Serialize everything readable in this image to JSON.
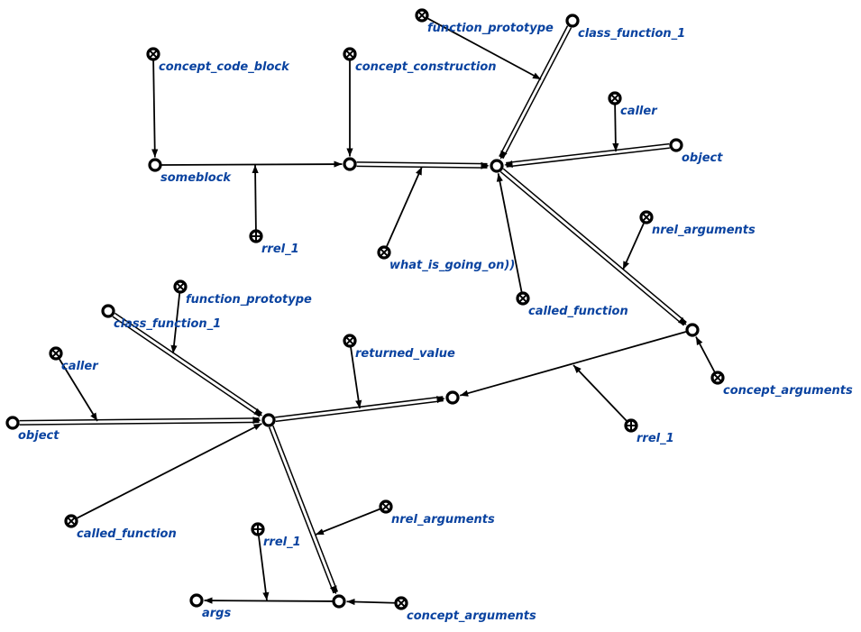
{
  "colors": {
    "label": "#0a43a0",
    "line": "#000000",
    "node_fill": "#ffffff"
  },
  "nodes": [
    {
      "id": "n1",
      "label": "concept_code_block",
      "kind": "class-const"
    },
    {
      "id": "n2",
      "label": "someblock",
      "kind": "node"
    },
    {
      "id": "n3",
      "label": "rrel_1",
      "kind": "role-rel"
    },
    {
      "id": "n4",
      "label": "concept_construction",
      "kind": "class-const"
    },
    {
      "id": "n5",
      "label": "",
      "kind": "node"
    },
    {
      "id": "n6",
      "label": "what_is_going_on))",
      "kind": "class-const"
    },
    {
      "id": "n7",
      "label": "",
      "kind": "node"
    },
    {
      "id": "n8",
      "label": "function_prototype",
      "kind": "class-const"
    },
    {
      "id": "n9",
      "label": "class_function_1",
      "kind": "node"
    },
    {
      "id": "n10",
      "label": "caller",
      "kind": "class-const"
    },
    {
      "id": "n11",
      "label": "object",
      "kind": "node"
    },
    {
      "id": "n12",
      "label": "called_function",
      "kind": "class-const"
    },
    {
      "id": "n13",
      "label": "nrel_arguments",
      "kind": "class-const"
    },
    {
      "id": "n14",
      "label": "",
      "kind": "node"
    },
    {
      "id": "n15",
      "label": "concept_arguments",
      "kind": "class-const"
    },
    {
      "id": "n16",
      "label": "rrel_1",
      "kind": "role-rel"
    },
    {
      "id": "n17",
      "label": "",
      "kind": "node"
    },
    {
      "id": "n18",
      "label": "returned_value",
      "kind": "class-const"
    },
    {
      "id": "n19",
      "label": "",
      "kind": "node"
    },
    {
      "id": "n20",
      "label": "function_prototype",
      "kind": "class-const"
    },
    {
      "id": "n21",
      "label": "class_function_1",
      "kind": "node"
    },
    {
      "id": "n22",
      "label": "caller",
      "kind": "class-const"
    },
    {
      "id": "n23",
      "label": "object",
      "kind": "node"
    },
    {
      "id": "n24",
      "label": "called_function",
      "kind": "class-const"
    },
    {
      "id": "n25",
      "label": "nrel_arguments",
      "kind": "class-const"
    },
    {
      "id": "n26",
      "label": "rrel_1",
      "kind": "role-rel"
    },
    {
      "id": "n27",
      "label": "",
      "kind": "node"
    },
    {
      "id": "n28",
      "label": "args",
      "kind": "node"
    },
    {
      "id": "n29",
      "label": "concept_arguments",
      "kind": "class-const"
    }
  ],
  "edges": [
    {
      "id": "e1",
      "from": "n1",
      "to": "n2",
      "kind": "arc"
    },
    {
      "id": "e2",
      "from": "n2",
      "to": "n5",
      "kind": "arc"
    },
    {
      "id": "e3",
      "from": "n3",
      "to": "e2",
      "kind": "arc"
    },
    {
      "id": "e4",
      "from": "n4",
      "to": "n5",
      "kind": "arc"
    },
    {
      "id": "e5",
      "from": "n5",
      "to": "n7",
      "kind": "common"
    },
    {
      "id": "e6",
      "from": "n6",
      "to": "e5",
      "kind": "arc"
    },
    {
      "id": "e7",
      "from": "n9",
      "to": "n7",
      "kind": "common"
    },
    {
      "id": "e8",
      "from": "n8",
      "to": "e7",
      "kind": "arc"
    },
    {
      "id": "e9",
      "from": "n11",
      "to": "n7",
      "kind": "common"
    },
    {
      "id": "e10",
      "from": "n10",
      "to": "e9",
      "kind": "arc"
    },
    {
      "id": "e11",
      "from": "n12",
      "to": "n7",
      "kind": "arc"
    },
    {
      "id": "e12",
      "from": "n7",
      "to": "n14",
      "kind": "common"
    },
    {
      "id": "e13",
      "from": "n13",
      "to": "e12",
      "kind": "arc"
    },
    {
      "id": "e14",
      "from": "n15",
      "to": "n14",
      "kind": "arc"
    },
    {
      "id": "e15",
      "from": "n14",
      "to": "n17",
      "kind": "arc"
    },
    {
      "id": "e16",
      "from": "n16",
      "to": "e15",
      "kind": "arc"
    },
    {
      "id": "e17",
      "from": "n19",
      "to": "n17",
      "kind": "common"
    },
    {
      "id": "e18",
      "from": "n18",
      "to": "e17",
      "kind": "arc"
    },
    {
      "id": "e19",
      "from": "n21",
      "to": "n19",
      "kind": "common"
    },
    {
      "id": "e20",
      "from": "n20",
      "to": "e19",
      "kind": "arc"
    },
    {
      "id": "e21",
      "from": "n23",
      "to": "n19",
      "kind": "common"
    },
    {
      "id": "e22",
      "from": "n22",
      "to": "e21",
      "kind": "arc"
    },
    {
      "id": "e23",
      "from": "n24",
      "to": "n19",
      "kind": "arc"
    },
    {
      "id": "e24",
      "from": "n19",
      "to": "n27",
      "kind": "common"
    },
    {
      "id": "e25",
      "from": "n25",
      "to": "e24",
      "kind": "arc"
    },
    {
      "id": "e26",
      "from": "n29",
      "to": "n27",
      "kind": "arc"
    },
    {
      "id": "e27",
      "from": "n27",
      "to": "n28",
      "kind": "arc"
    },
    {
      "id": "e28",
      "from": "n26",
      "to": "e27",
      "kind": "arc"
    }
  ]
}
